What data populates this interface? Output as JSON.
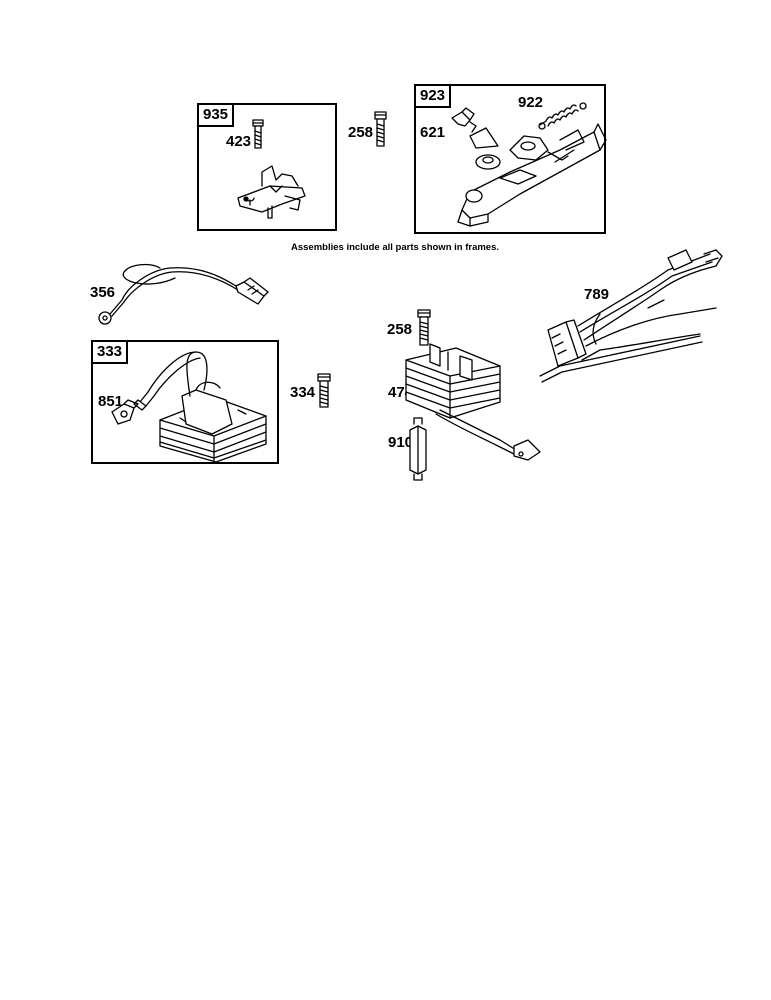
{
  "note": "Assemblies include all parts shown in frames.",
  "frames": [
    {
      "id": "935"
    },
    {
      "id": "923"
    },
    {
      "id": "333"
    }
  ],
  "labels": {
    "l423": "423",
    "l258a": "258",
    "l621": "621",
    "l922": "922",
    "l356": "356",
    "l789": "789",
    "l258b": "258",
    "l851": "851",
    "l334": "334",
    "l474": "474",
    "l910": "910"
  },
  "icons": [
    "bolt-icon",
    "bracket-icon",
    "spring-icon",
    "governor-plate-icon",
    "wire-icon",
    "wire-harness-icon",
    "ignition-coil-icon",
    "rectifier-icon",
    "standoff-icon"
  ]
}
